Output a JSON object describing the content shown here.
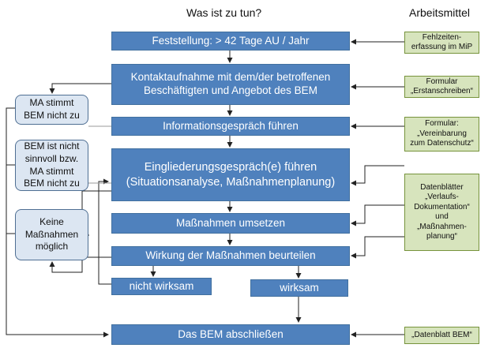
{
  "headers": {
    "steps": "Was ist zu tun?",
    "tools": "Arbeitsmittel"
  },
  "steps": {
    "feststellung": "Feststellung:  > 42 Tage AU / Jahr",
    "kontakt": "Kontaktaufnahme mit dem/der betroffenen\nBeschäftigten und Angebot des BEM",
    "information": "Informationsgespräch führen",
    "eingliederung": "Eingliederungsgespräch(e) führen\n(Situationsanalyse, Maßnahmenplanung)",
    "umsetzen": "Maßnahmen umsetzen",
    "beurteilen": "Wirkung der Maßnahmen beurteilen",
    "nicht_wirksam": "nicht  wirksam",
    "wirksam": "wirksam",
    "abschliessen": "Das BEM abschließen"
  },
  "outcomes": {
    "ma_nicht_zu": "MA stimmt\nBEM nicht zu",
    "nicht_sinnvoll": "BEM ist nicht\nsinnvoll bzw.\nMA stimmt\nBEM nicht zu",
    "keine_massnahmen": "Keine\nMaßnahmen\nmöglich"
  },
  "tools": {
    "fehlzeiten": "Fehlzeiten-\nerfassung im MiP",
    "erstanschreiben": "Formular\n„Erstanschreiben“",
    "vereinbarung": "Formular:\n„Vereinbarung\nzum Datenschutz“",
    "datenblaetter": "Datenblätter\n„Verlaufs-\nDokumentation“\nund\n„Maßnahmen-\nplanung“",
    "datenblatt_bem": "„Datenblatt BEM“"
  },
  "colors": {
    "step_fill": "#4f81bd",
    "outcome_fill": "#dce6f2",
    "tool_fill": "#d7e4bd",
    "connector": "#222222",
    "feedback_line": "#9a9a9a"
  }
}
